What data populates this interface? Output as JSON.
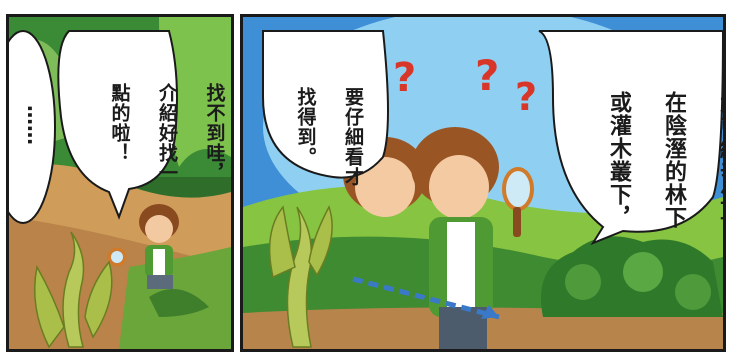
{
  "panel_left": {
    "ellipsis": "……",
    "bubble_lines": [
      "找不到哇，",
      "介紹好找一",
      "點的啦！"
    ]
  },
  "panel_right": {
    "small_bubble_lines": [
      "要仔細看才",
      "找得到。"
    ],
    "big_bubble_lines": [
      "大屯細辛生長",
      "在陰溼的林下",
      "或灌木叢下，"
    ],
    "question_marks": [
      "?",
      "?",
      "?"
    ]
  },
  "colors": {
    "sky": "#3f8fd6",
    "sky_light": "#8fd0f2",
    "grass": "#3f8b32",
    "grass_light": "#86c441",
    "ground": "#cf9c5a",
    "ground_dark": "#a56f36",
    "question_mark": "#d9362a",
    "arrow": "#3a79c7"
  }
}
